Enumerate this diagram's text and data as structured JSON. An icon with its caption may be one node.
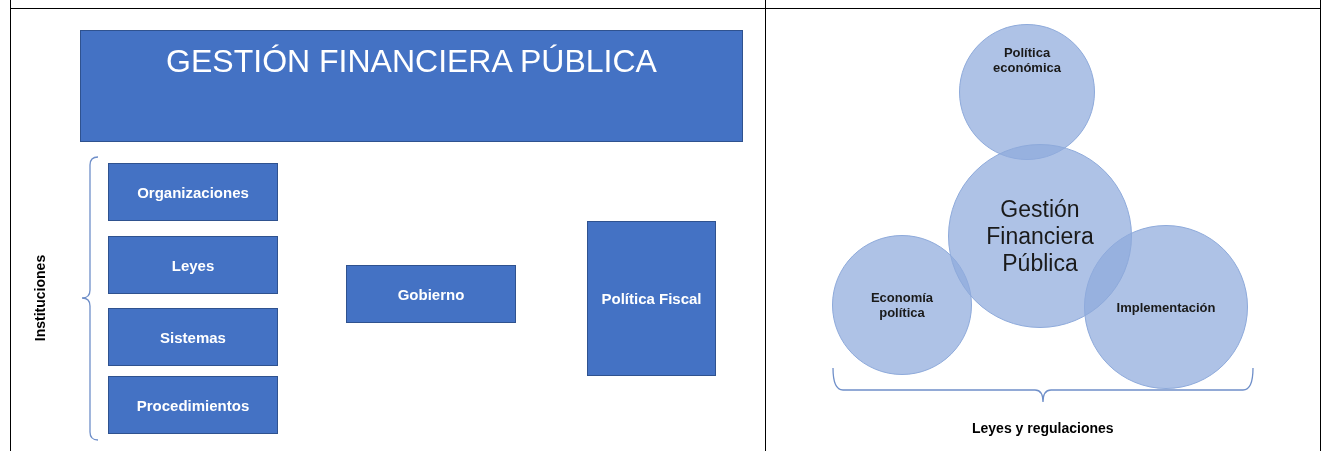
{
  "diagram": {
    "nodes": [
      {
        "text": [
          "GESTIÓN FINANCIERA PÚBLICA"
        ]
      },
      {
        "text": [
          "Organizaciones"
        ]
      },
      {
        "text": [
          "Leyes"
        ]
      },
      {
        "text": [
          "Sistemas"
        ]
      },
      {
        "text": [
          "Procedimientos"
        ]
      },
      {
        "text": [
          "Gobierno"
        ]
      },
      {
        "text": [
          "Política Fiscal"
        ]
      },
      {
        "text": [
          "Política económica"
        ]
      },
      {
        "text": [
          "Gestión Financiera Pública"
        ]
      },
      {
        "text": [
          "Economía política"
        ]
      },
      {
        "text": [
          "Implementación"
        ]
      }
    ],
    "edges": [],
    "labels": [
      "Instituciones",
      "Leyes y regulaciones"
    ]
  }
}
